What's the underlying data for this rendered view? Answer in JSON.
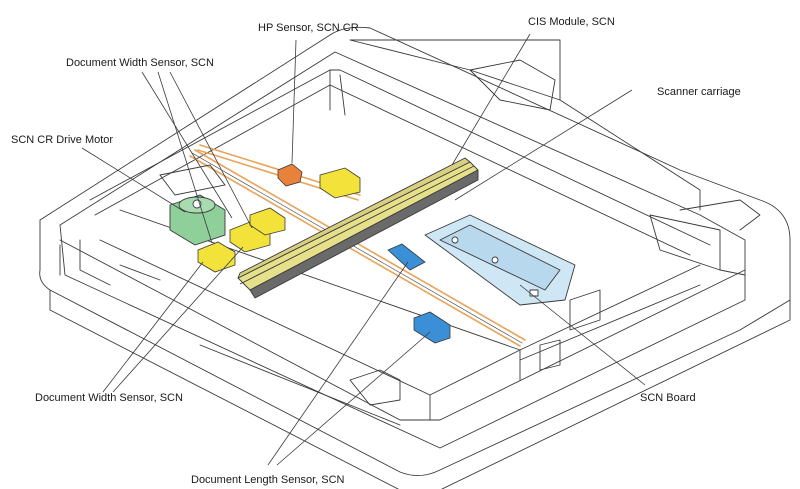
{
  "labels": {
    "hp_sensor": "HP Sensor, SCN CR",
    "cis_module": "CIS Module, SCN",
    "doc_width_top": "Document Width Sensor, SCN",
    "scanner_carriage": "Scanner carriage",
    "cr_drive_motor": "SCN CR Drive Motor",
    "doc_width_bottom": "Document Width Sensor, SCN",
    "scn_board": "SCN Board",
    "doc_length": "Document Length Sensor, SCN"
  },
  "colors": {
    "outline": "#3a3a3a",
    "sensor_yellow": "#f2e23a",
    "sensor_blue": "#3a8fd6",
    "board_blue": "#cfe6f5",
    "motor_green": "#8fcf9a",
    "rail_orange": "#e8a45a",
    "carriage_yellow": "#e6e08a",
    "orange_part": "#e8823a"
  }
}
